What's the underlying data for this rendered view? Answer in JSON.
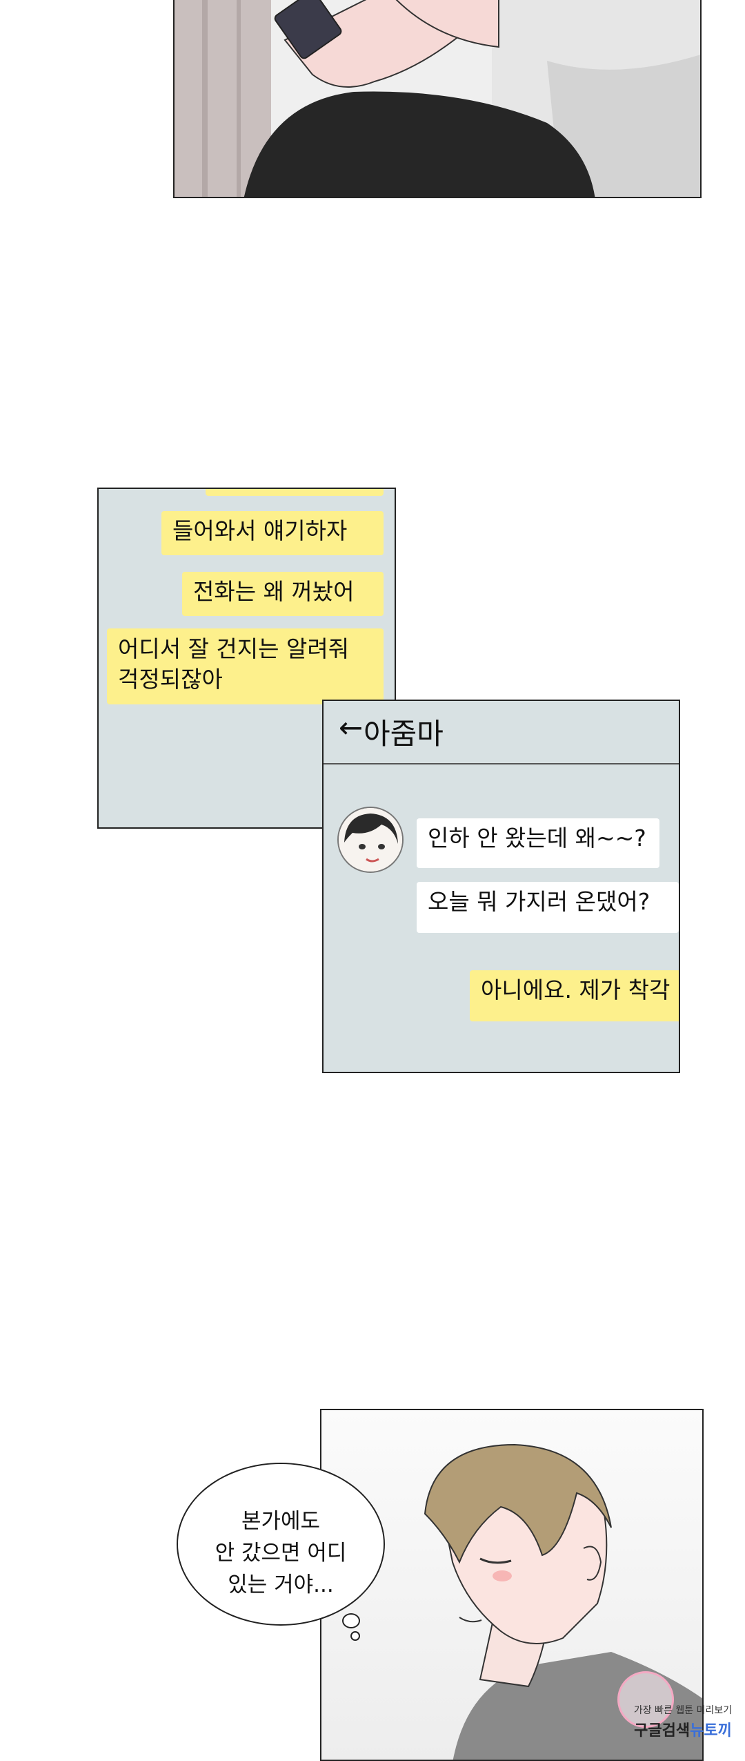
{
  "chat_a": {
    "messages": [
      {
        "text": "들어와서 얘기하자"
      },
      {
        "text": "전화는 왜 꺼놨어"
      },
      {
        "text": "어디서 잘 건지는 알려줘"
      },
      {
        "text": "걱정되잖아"
      }
    ]
  },
  "chat_b": {
    "back_arrow": "←",
    "contact_name": "아줌마",
    "messages": [
      {
        "text": "인하 안 왔는데 왜~~?"
      },
      {
        "text": "오늘 뭐 가지러 온댔어?"
      },
      {
        "text": "아니에요. 제가 착각"
      }
    ]
  },
  "thought": {
    "line1": "본가에도",
    "line2": "안 갔으면 어디",
    "line3": "있는 거야..."
  },
  "watermark": {
    "line1": "가장 빠른 웹툰 미리보기",
    "line2_a": "구글검색",
    "line2_b": "뉴토끼"
  },
  "colors": {
    "chat_bg": "#d8e1e3",
    "my_bubble": "#fdf08c",
    "their_bubble": "#ffffff"
  }
}
